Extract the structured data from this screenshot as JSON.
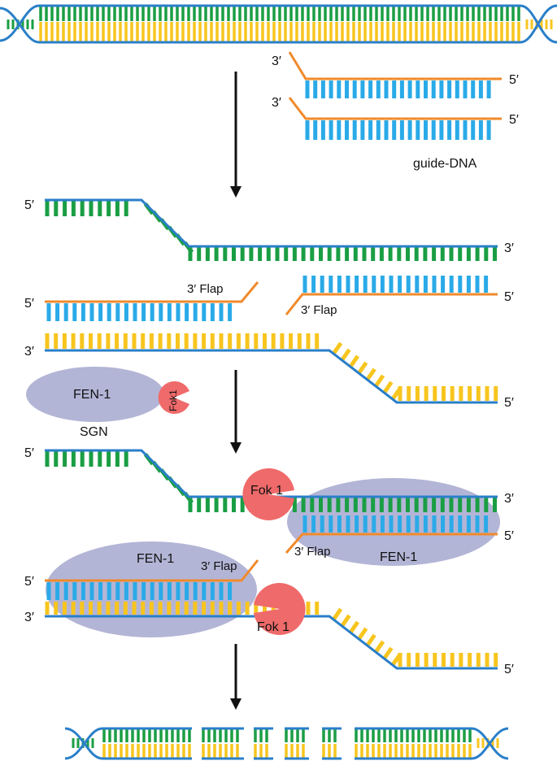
{
  "colors": {
    "backbone_blue": "#2a7fc9",
    "guide_orange": "#f08a2c",
    "green_base": "#1a9e44",
    "yellow_base": "#f7c51e",
    "cyan_base": "#2aaae8",
    "fen1_fill": "#b3b5d6",
    "fok1_fill": "#ef6a6a",
    "arrow": "#111111"
  },
  "labels": {
    "p3": "3′",
    "p5": "5′",
    "flap": "3′ Flap",
    "guide_dna": "guide-DNA",
    "fen1": "FEN-1",
    "fok1_small": "Fok1",
    "fok1": "Fok 1",
    "sgn": "SGN"
  },
  "icons": {
    "process_arrow": "down-arrow-icon",
    "enzyme_fen1": "fen1-ellipse-icon",
    "enzyme_fok1": "fok1-pacman-icon"
  }
}
